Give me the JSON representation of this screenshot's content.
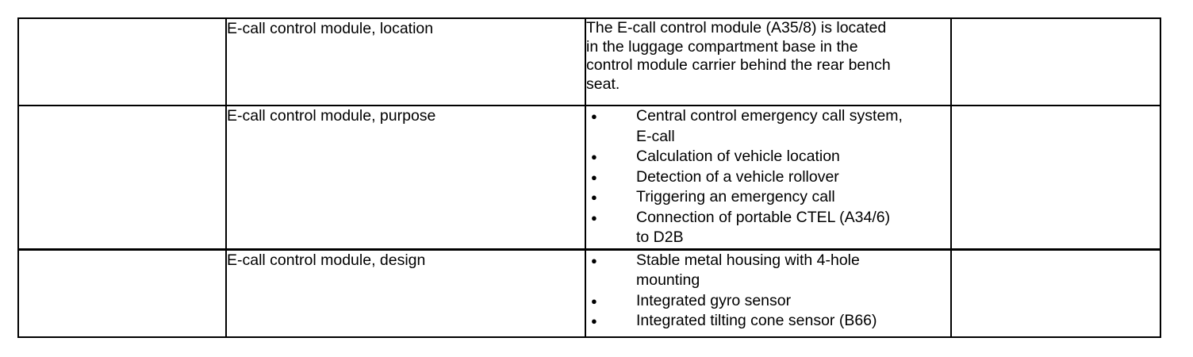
{
  "table": {
    "border_color": "#000000",
    "text_color": "#000000",
    "background_color": "#ffffff",
    "bullet_glyph": "●",
    "rows": [
      {
        "label": "E-call control module, location",
        "description_lines": [
          "The E-call control module (A35/8) is located",
          "in the luggage compartment base in the",
          "control module carrier behind the rear bench",
          "seat."
        ]
      },
      {
        "label": "E-call control module, purpose",
        "bullets": [
          [
            "Central control emergency call system,",
            "E-call"
          ],
          [
            "Calculation of vehicle location"
          ],
          [
            "Detection of a vehicle rollover"
          ],
          [
            "Triggering an emergency call"
          ],
          [
            "Connection of portable CTEL (A34/6)",
            "to D2B"
          ]
        ]
      },
      {
        "label": "E-call control module, design",
        "bullets": [
          [
            "Stable metal housing with 4-hole",
            "mounting"
          ],
          [
            "Integrated gyro sensor"
          ],
          [
            "Integrated tilting cone sensor (B66)"
          ]
        ]
      }
    ]
  }
}
